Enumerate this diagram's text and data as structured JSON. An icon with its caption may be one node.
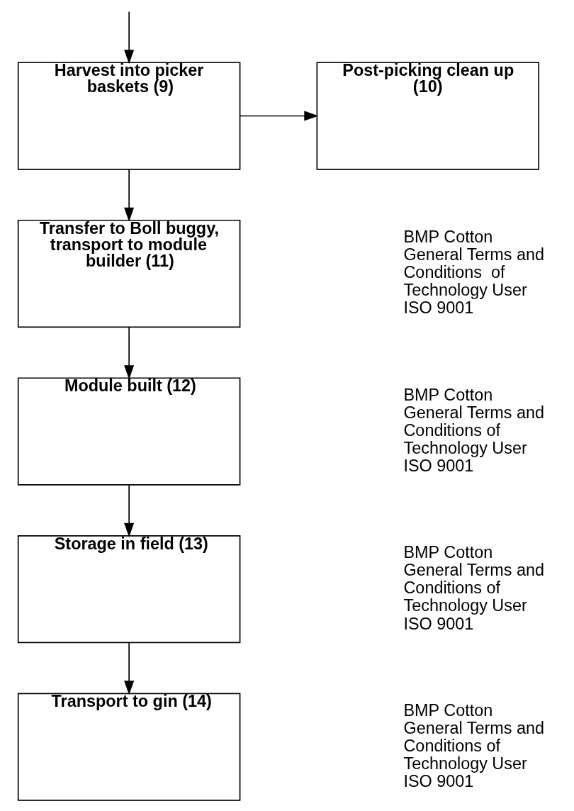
{
  "diagram": {
    "nodes": [
      {
        "text": [
          "Harvest into picker baskets (9)"
        ]
      },
      {
        "text": [
          "Post-picking clean up (10)"
        ]
      },
      {
        "text": [
          "Transfer to Boll buggy, transport to module builder (11)"
        ],
        "beside": [
          "BMP Cotton",
          "General Terms and Conditions  of Technology User",
          "ISO 9001"
        ]
      },
      {
        "text": [
          "Module built (12)"
        ],
        "beside": [
          "BMP Cotton",
          "General Terms and Conditions of Technology User",
          "ISO 9001"
        ]
      },
      {
        "text": [
          "Storage in field (13)"
        ],
        "beside": [
          "BMP Cotton",
          "General Terms and Conditions of Technology User",
          "ISO 9001"
        ]
      },
      {
        "text": [
          "Transport to gin (14)"
        ],
        "beside": [
          "BMP Cotton",
          "General Terms and Conditions of Technology User",
          "ISO 9001"
        ]
      }
    ],
    "edges": [
      {
        "from": null,
        "to": 0,
        "arrow": "to"
      },
      {
        "from": 0,
        "to": 1,
        "arrow": "to"
      },
      {
        "from": 0,
        "to": 2,
        "arrow": "to"
      },
      {
        "from": 2,
        "to": 3,
        "arrow": "to"
      },
      {
        "from": 3,
        "to": 4,
        "arrow": "to"
      },
      {
        "from": 4,
        "to": 5,
        "arrow": "to"
      }
    ]
  }
}
